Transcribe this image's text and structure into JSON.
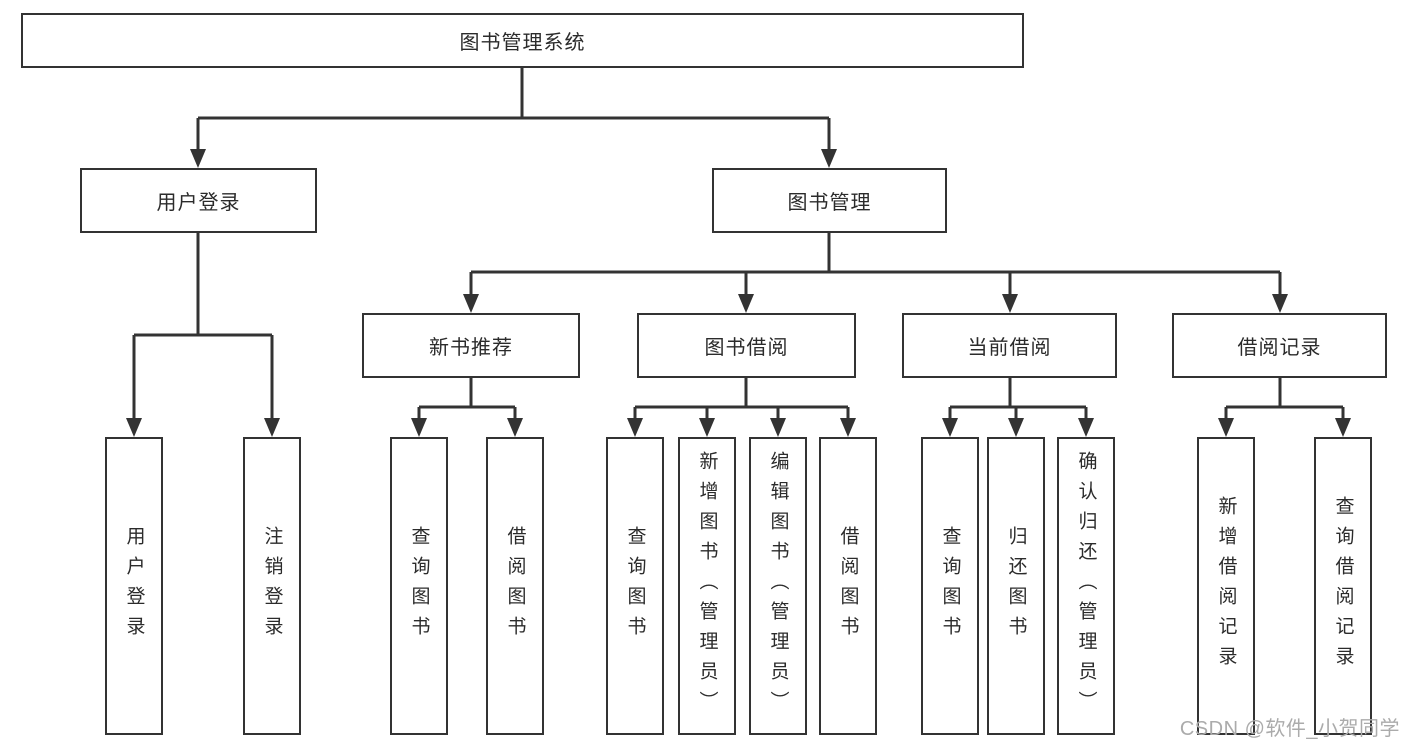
{
  "root": {
    "label": "图书管理系统"
  },
  "branches": {
    "user_login": {
      "label": "用户登录",
      "leaves": [
        "用户登录",
        "注销登录"
      ]
    },
    "book_management": {
      "label": "图书管理"
    },
    "new_book_recommendation": {
      "label": "新书推荐",
      "leaves": [
        "查询图书",
        "借阅图书"
      ]
    },
    "book_borrowing": {
      "label": "图书借阅",
      "leaves": [
        "查询图书",
        "新增图书（管理员）",
        "编辑图书（管理员）",
        "借阅图书"
      ]
    },
    "current_borrowing": {
      "label": "当前借阅",
      "leaves": [
        "查询图书",
        "归还图书",
        "确认归还（管理员）"
      ]
    },
    "borrowing_records": {
      "label": "借阅记录",
      "leaves": [
        "新增借阅记录",
        "查询借阅记录"
      ]
    }
  },
  "watermark": {
    "text": "CSDN @软件_小贺同学"
  },
  "colors": {
    "line_color": "#333333",
    "text_color": "#2b2b2b",
    "watermark_color": "#ababab",
    "background": "#ffffff"
  }
}
